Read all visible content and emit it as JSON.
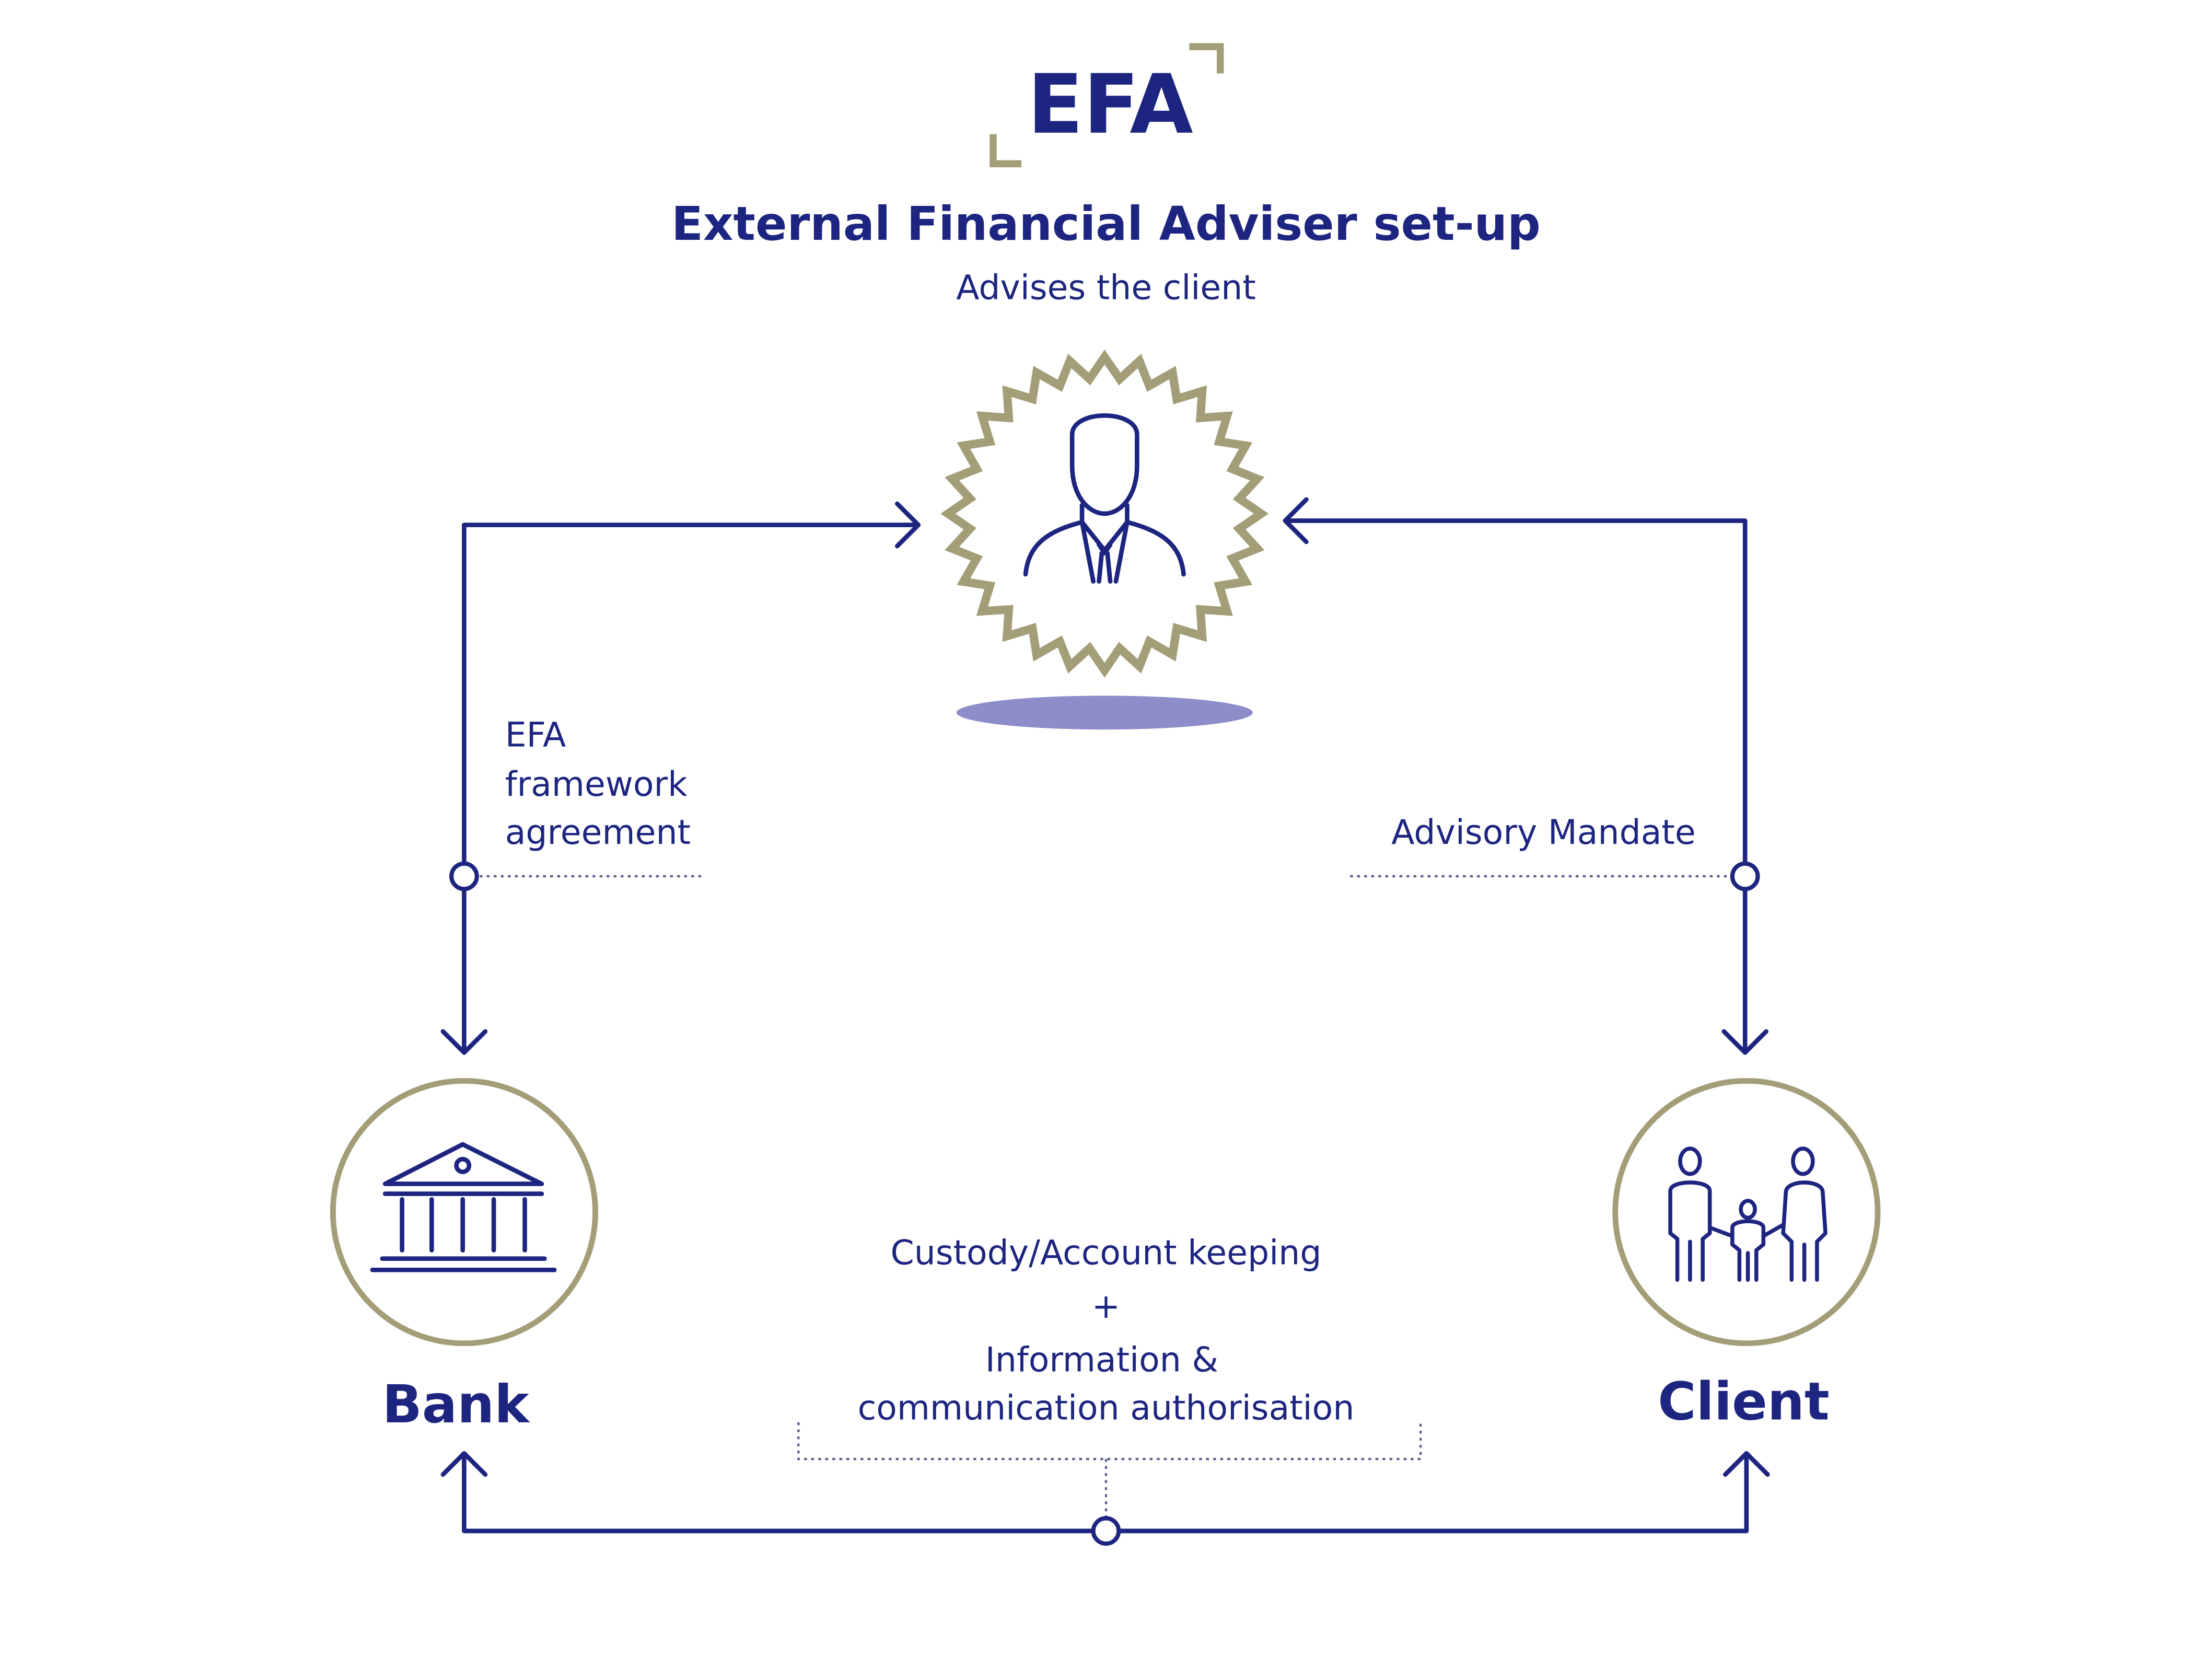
{
  "header": {
    "logo_text": "EFA",
    "title": "External Financial Adviser set-up",
    "subtitle": "Advises the client"
  },
  "nodes": {
    "adviser": {
      "icon": "adviser-person-icon"
    },
    "bank": {
      "label": "Bank",
      "icon": "bank-building-icon"
    },
    "client": {
      "label": "Client",
      "icon": "family-icon"
    }
  },
  "relations": {
    "framework": {
      "line1": "EFA",
      "line2": "framework",
      "line3": "agreement"
    },
    "mandate": {
      "label": "Advisory Mandate"
    },
    "custody": {
      "line1": "Custody/Account keeping",
      "plus": "+",
      "line2": "Information &",
      "line3": "communication authorisation"
    }
  },
  "colors": {
    "navy": "#1d2580",
    "gold": "#a39e78",
    "shadow": "#8c8dc9",
    "dotted": "#5a5f8f"
  }
}
